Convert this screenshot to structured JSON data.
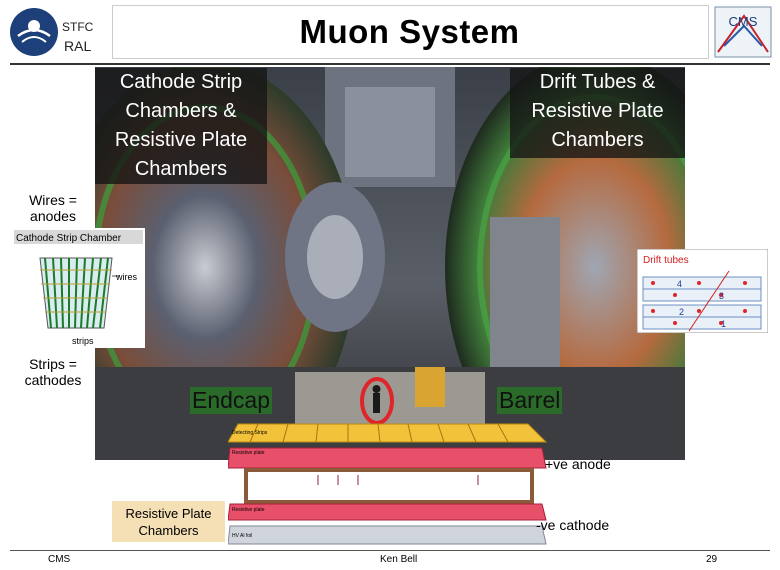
{
  "header": {
    "org_line1": "STFC",
    "org_line2": "RAL",
    "title": "Muon System",
    "right_logo_text": "CMS"
  },
  "labels": {
    "csc_rpc": "Cathode Strip Chambers & Resistive Plate Chambers",
    "dt_rpc": "Drift Tubes & Resistive Plate Chambers",
    "wires_anodes": "Wires = anodes",
    "strips_cathodes": "Strips = cathodes",
    "endcap": "Endcap",
    "barrel": "Barrel"
  },
  "csc_inset": {
    "title": "Cathode Strip Chamber",
    "wires": "wires",
    "strips": "strips"
  },
  "dt_inset": {
    "title": "Drift tubes",
    "nums": [
      "4",
      "3",
      "2",
      "1"
    ]
  },
  "rpc_diagram": {
    "layer1": "Detecting Strips",
    "layer2": "Resistive plate",
    "layer3": "Resistive plate",
    "layer4": "HV Al foil",
    "anode": "+ve anode",
    "cathode": "-ve cathode",
    "box_label": "Resistive Plate Chambers"
  },
  "footer": {
    "left": "CMS",
    "middle": "Ken Bell",
    "page": "29"
  },
  "colors": {
    "accent_red": "#e0242a",
    "label_green": "#2a6b2a",
    "rpc_pink": "#e8506a",
    "rpc_box_bg": "#f5dfb5"
  }
}
